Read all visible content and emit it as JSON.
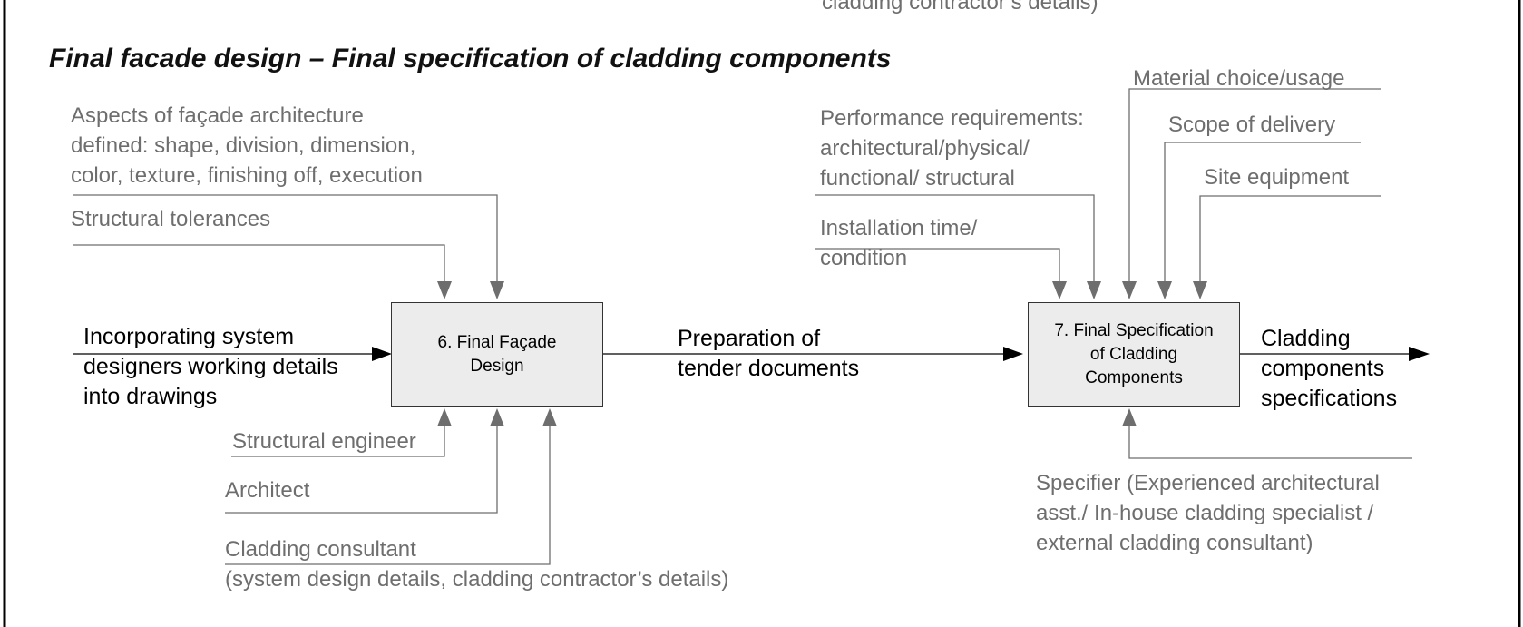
{
  "title": "Final facade design – Final specification of cladding components",
  "top_cutoff_text": "cladding contractor’s details)",
  "boxes": {
    "box6": "6. Final Façade\nDesign",
    "box7": "7. Final Specification\nof Cladding\nComponents"
  },
  "inputs": {
    "incorporating": "Incorporating system\ndesigners working details\ninto drawings",
    "preparation": "Preparation of\ntender documents"
  },
  "outputs": {
    "cladding_specs": "Cladding\ncomponents\nspecifications"
  },
  "controls_box6": {
    "aspects": "Aspects of façade architecture\ndefined: shape, division, dimension,\ncolor, texture, finishing off, execution",
    "structural_tolerances": "Structural tolerances"
  },
  "controls_box7": {
    "performance": "Performance requirements:\narchitectural/physical/\nfunctional/ structural",
    "installation": "Installation time/\ncondition",
    "material": "Material choice/usage",
    "scope": "Scope of delivery",
    "site": "Site equipment"
  },
  "mechanisms_box6": {
    "structural_engineer": "Structural engineer",
    "architect": "Architect",
    "cladding_consultant": "Cladding consultant\n(system design details, cladding contractor’s details)"
  },
  "mechanisms_box7": {
    "specifier": "Specifier (Experienced architectural\nasst./ In-house cladding specialist /\nexternal cladding consultant)"
  },
  "colors": {
    "grey_line": "#6e6e6e",
    "black_line": "#000000",
    "box_fill": "#ececec"
  }
}
